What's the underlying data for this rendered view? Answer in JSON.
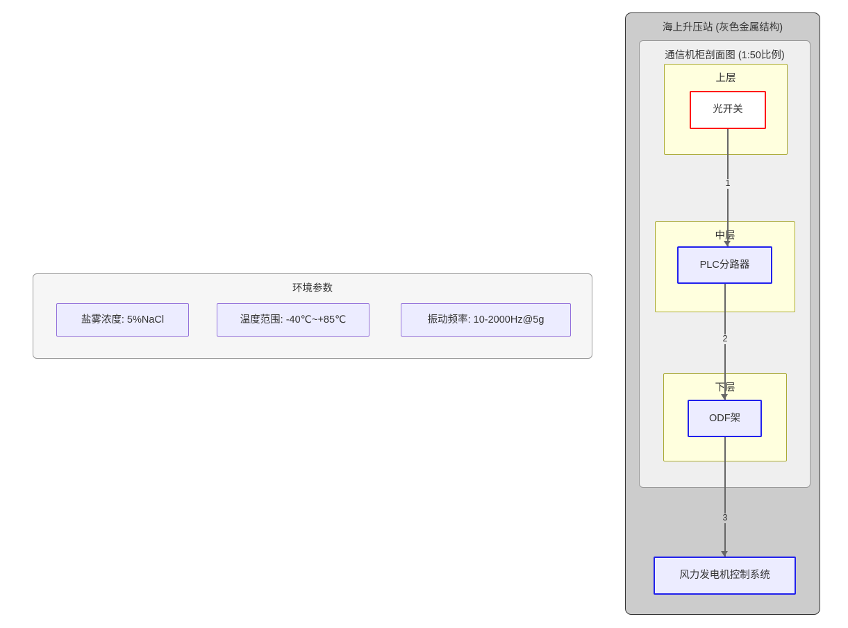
{
  "diagram": {
    "substation": {
      "title": "海上升压站 (灰色金属结构)",
      "cabinet": {
        "title": "通信机柜剖面图 (1:50比例)",
        "tiers": [
          {
            "title": "上层",
            "node": {
              "label": "光开关",
              "style": "red"
            }
          },
          {
            "title": "中层",
            "node": {
              "label": "PLC分路器",
              "style": "blue"
            }
          },
          {
            "title": "下层",
            "node": {
              "label": "ODF架",
              "style": "blue"
            }
          }
        ]
      },
      "external_node": {
        "label": "风力发电机控制系统",
        "style": "blue"
      }
    },
    "edges": [
      {
        "label": "1",
        "from": "光开关",
        "to": "PLC分路器"
      },
      {
        "label": "2",
        "from": "PLC分路器",
        "to": "ODF架"
      },
      {
        "label": "3",
        "from": "ODF架",
        "to": "风力发电机控制系统"
      }
    ]
  },
  "environment": {
    "title": "环境参数",
    "chips": [
      {
        "label": "盐雾浓度: 5%NaCl"
      },
      {
        "label": "温度范围: -40℃~+85℃"
      },
      {
        "label": "振动频率: 10-2000Hz@5g"
      }
    ]
  },
  "colors": {
    "substation_fill": "#cccccc",
    "substation_stroke": "#333333",
    "cabinet_fill": "#efefef",
    "cabinet_stroke": "#999999",
    "tier_fill": "#ffffde",
    "tier_stroke": "#aaaa33",
    "node_blue_fill": "#ececff",
    "node_blue_stroke": "#2020ec",
    "node_red_fill": "#ffffff",
    "node_red_stroke": "#ff0000",
    "env_fill": "#f6f6f6",
    "env_chip_stroke": "#9370db",
    "edge_stroke": "#666666",
    "text": "#333333"
  }
}
